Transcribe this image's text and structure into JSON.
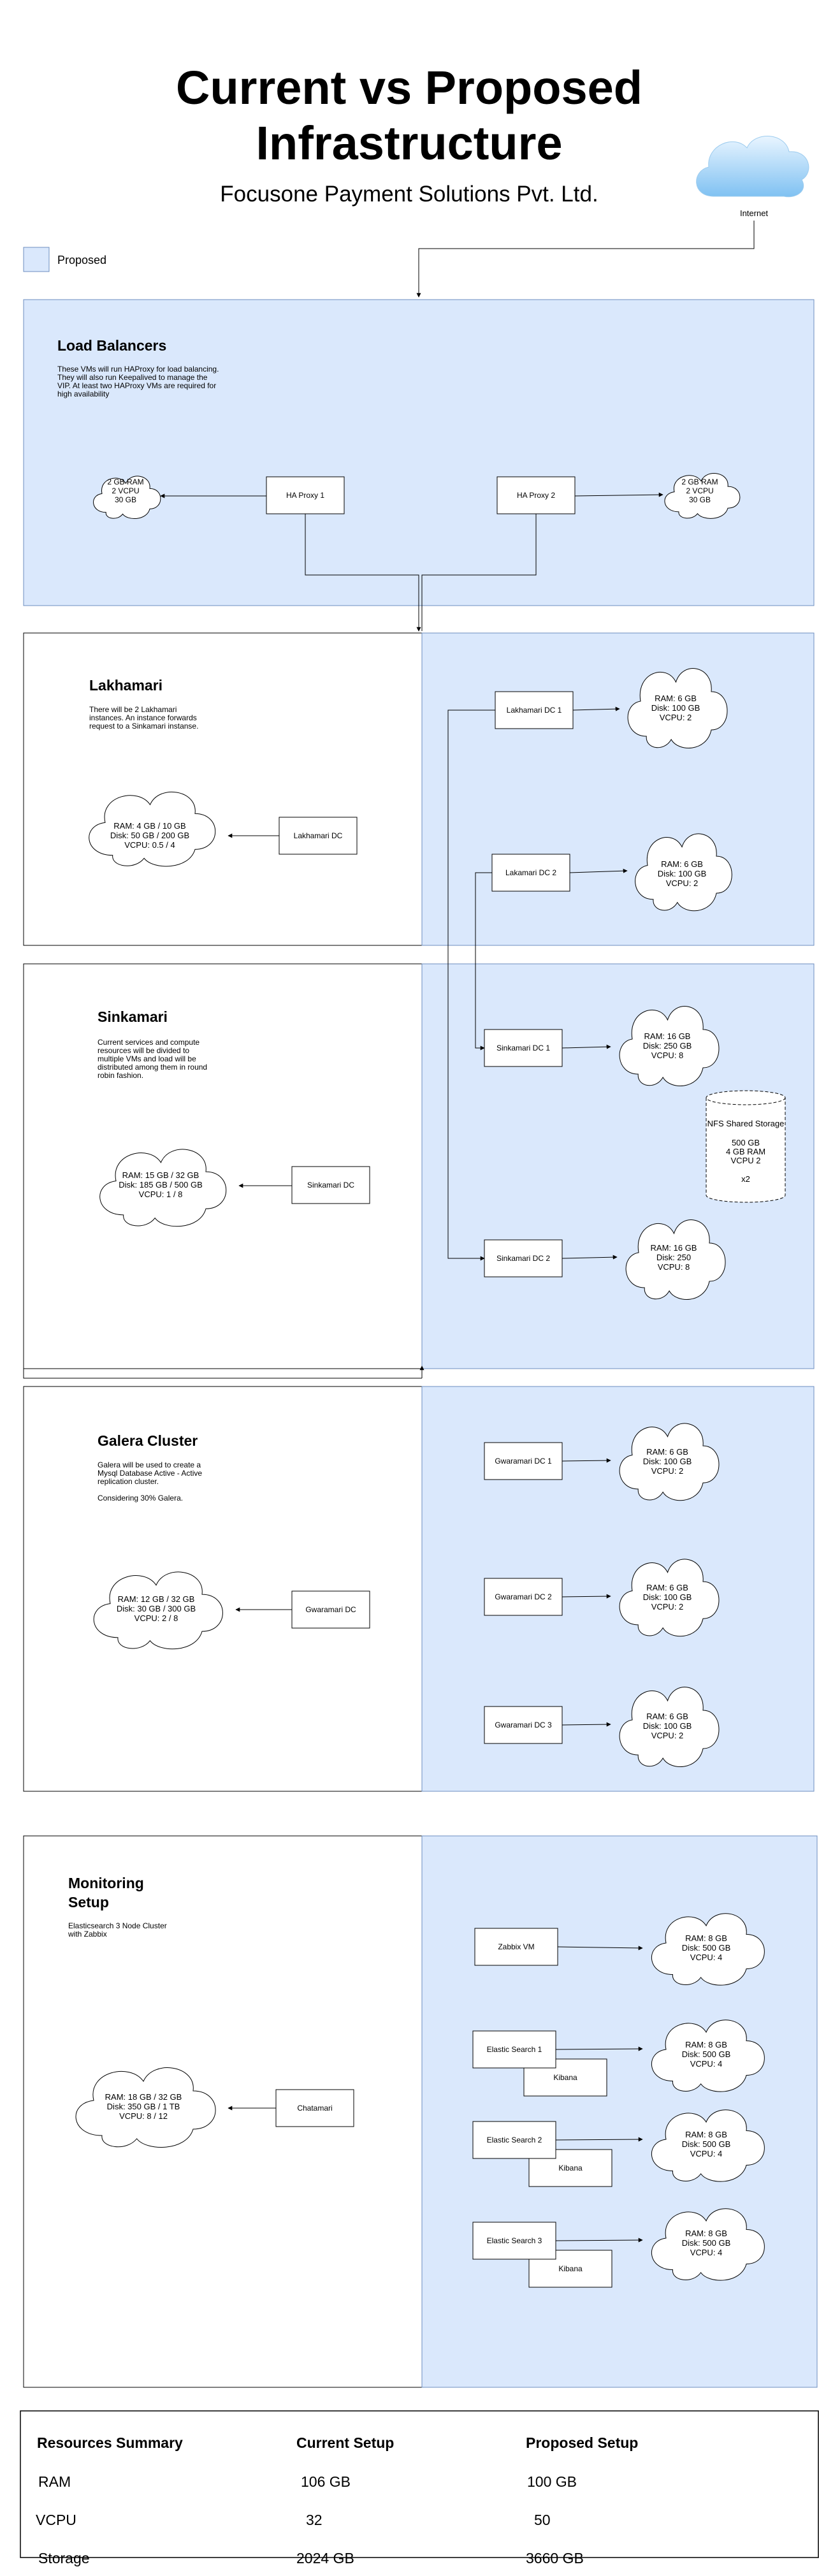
{
  "header": {
    "title_line1": "Current vs Proposed",
    "title_line2": "Infrastructure",
    "subtitle": "Focusone Payment Solutions Pvt. Ltd."
  },
  "legend": {
    "proposed_label": "Proposed"
  },
  "internet": {
    "label": "Internet"
  },
  "load_balancers": {
    "title": "Load Balancers",
    "desc": [
      "These VMs will run HAProxy for load balancing.",
      "They will also run Keepalived to manage the",
      "VIP. At least two HAProxy VMs are required for",
      "high availability"
    ],
    "proxy1": "HA Proxy 1",
    "proxy2": "HA Proxy 2",
    "cloud1": [
      "2 GB RAM",
      "2 VCPU",
      "30 GB"
    ],
    "cloud2": [
      "2 GB RAM",
      "2 VCPU",
      "30 GB"
    ]
  },
  "lakhamari": {
    "title": "Lakhamari",
    "desc": [
      "There will be 2 Lakhamari",
      "instances. An instance forwards",
      "request to a Sinkamari instanse."
    ],
    "current_box": "Lakhamari DC",
    "current_cloud": [
      "RAM: 4 GB / 10 GB",
      "Disk: 50 GB / 200 GB",
      "VCPU: 0.5 / 4"
    ],
    "dc1": "Lakhamari DC 1",
    "dc1_cloud": [
      "RAM: 6 GB",
      "Disk: 100 GB",
      "VCPU: 2"
    ],
    "dc2": "Lakamari DC 2",
    "dc2_cloud": [
      "RAM: 6 GB",
      "Disk: 100 GB",
      "VCPU: 2"
    ]
  },
  "sinkamari": {
    "title": "Sinkamari",
    "desc": [
      "Current services and compute",
      "resources will be divided to",
      "multiple VMs and load will be",
      "distributed among them in round",
      "robin fashion."
    ],
    "current_box": "Sinkamari DC",
    "current_cloud": [
      "RAM: 15 GB / 32 GB",
      "Disk: 185 GB / 500 GB",
      "VCPU: 1 / 8"
    ],
    "dc1": "Sinkamari DC 1",
    "dc1_cloud": [
      "RAM: 16 GB",
      "Disk: 250 GB",
      "VCPU: 8"
    ],
    "dc2": "Sinkamari DC 2",
    "dc2_cloud": [
      "RAM: 16 GB",
      "Disk: 250",
      "VCPU: 8"
    ],
    "nfs": [
      "NFS Shared Storage",
      "",
      "500 GB",
      "4 GB RAM",
      "VCPU 2",
      "",
      "x2"
    ]
  },
  "galera": {
    "title": "Galera Cluster",
    "desc": [
      "Galera will be used to create a",
      "Mysql Database  Active -  Active",
      "replication cluster.",
      "",
      "Considering 30% Galera."
    ],
    "current_box": "Gwaramari DC",
    "current_cloud": [
      "RAM: 12 GB / 32 GB",
      "Disk: 30 GB / 300 GB",
      "VCPU: 2 / 8"
    ],
    "dc1": "Gwaramari DC 1",
    "dc2": "Gwaramari DC 2",
    "dc3": "Gwaramari DC 3",
    "cloud": [
      "RAM: 6 GB",
      "Disk: 100 GB",
      "VCPU: 2"
    ]
  },
  "monitoring": {
    "title_line1": "Monitoring",
    "title_line2": "Setup",
    "desc": [
      "Elasticsearch 3 Node Cluster",
      "with Zabbix"
    ],
    "current_box": "Chatamari",
    "current_cloud": [
      "RAM: 18 GB / 32 GB",
      "Disk: 350 GB / 1 TB",
      "VCPU: 8 / 12"
    ],
    "zabbix": "Zabbix VM",
    "es1": "Elastic Search 1",
    "es2": "Elastic Search 2",
    "es3": "Elastic Search 3",
    "kibana": "Kibana",
    "cloud": [
      "RAM: 8 GB",
      "Disk: 500 GB",
      "VCPU: 4"
    ]
  },
  "summary": {
    "headers": [
      "Resources Summary",
      "Current Setup",
      "Proposed Setup"
    ],
    "rows": [
      {
        "name": "RAM",
        "current": "106 GB",
        "proposed": "100 GB"
      },
      {
        "name": "VCPU",
        "current": "32",
        "proposed": "50"
      },
      {
        "name": "Storage",
        "current": "2024 GB",
        "proposed": "3660 GB"
      }
    ]
  },
  "colors": {
    "proposed_fill": "#dae8fc",
    "proposed_stroke": "#6c8ebf",
    "cloud_blue": "#bfe0fb"
  }
}
